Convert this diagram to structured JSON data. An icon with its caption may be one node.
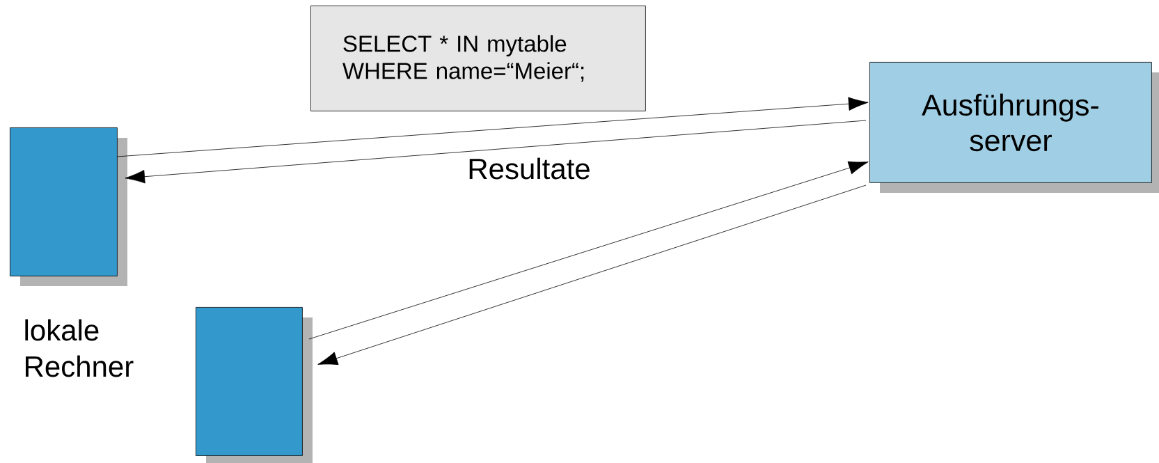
{
  "diagram": {
    "nodes": [
      {
        "text": [
          "SELECT * IN mytable WHERE name=“Meier“;"
        ]
      },
      {
        "text": [
          "Ausführungs- server"
        ]
      },
      {
        "text": [],
        "shape": "box"
      },
      {
        "text": [],
        "shape": "box"
      }
    ],
    "edges": [
      {
        "from": 2,
        "to": 1,
        "arrow": "to"
      },
      {
        "from": 1,
        "to": 2,
        "arrow": "to",
        "label": "Resultate"
      },
      {
        "from": 3,
        "to": 1,
        "arrow": "to"
      },
      {
        "from": 1,
        "to": 3,
        "arrow": "to"
      }
    ],
    "labels": [
      "lokale Rechner"
    ]
  }
}
